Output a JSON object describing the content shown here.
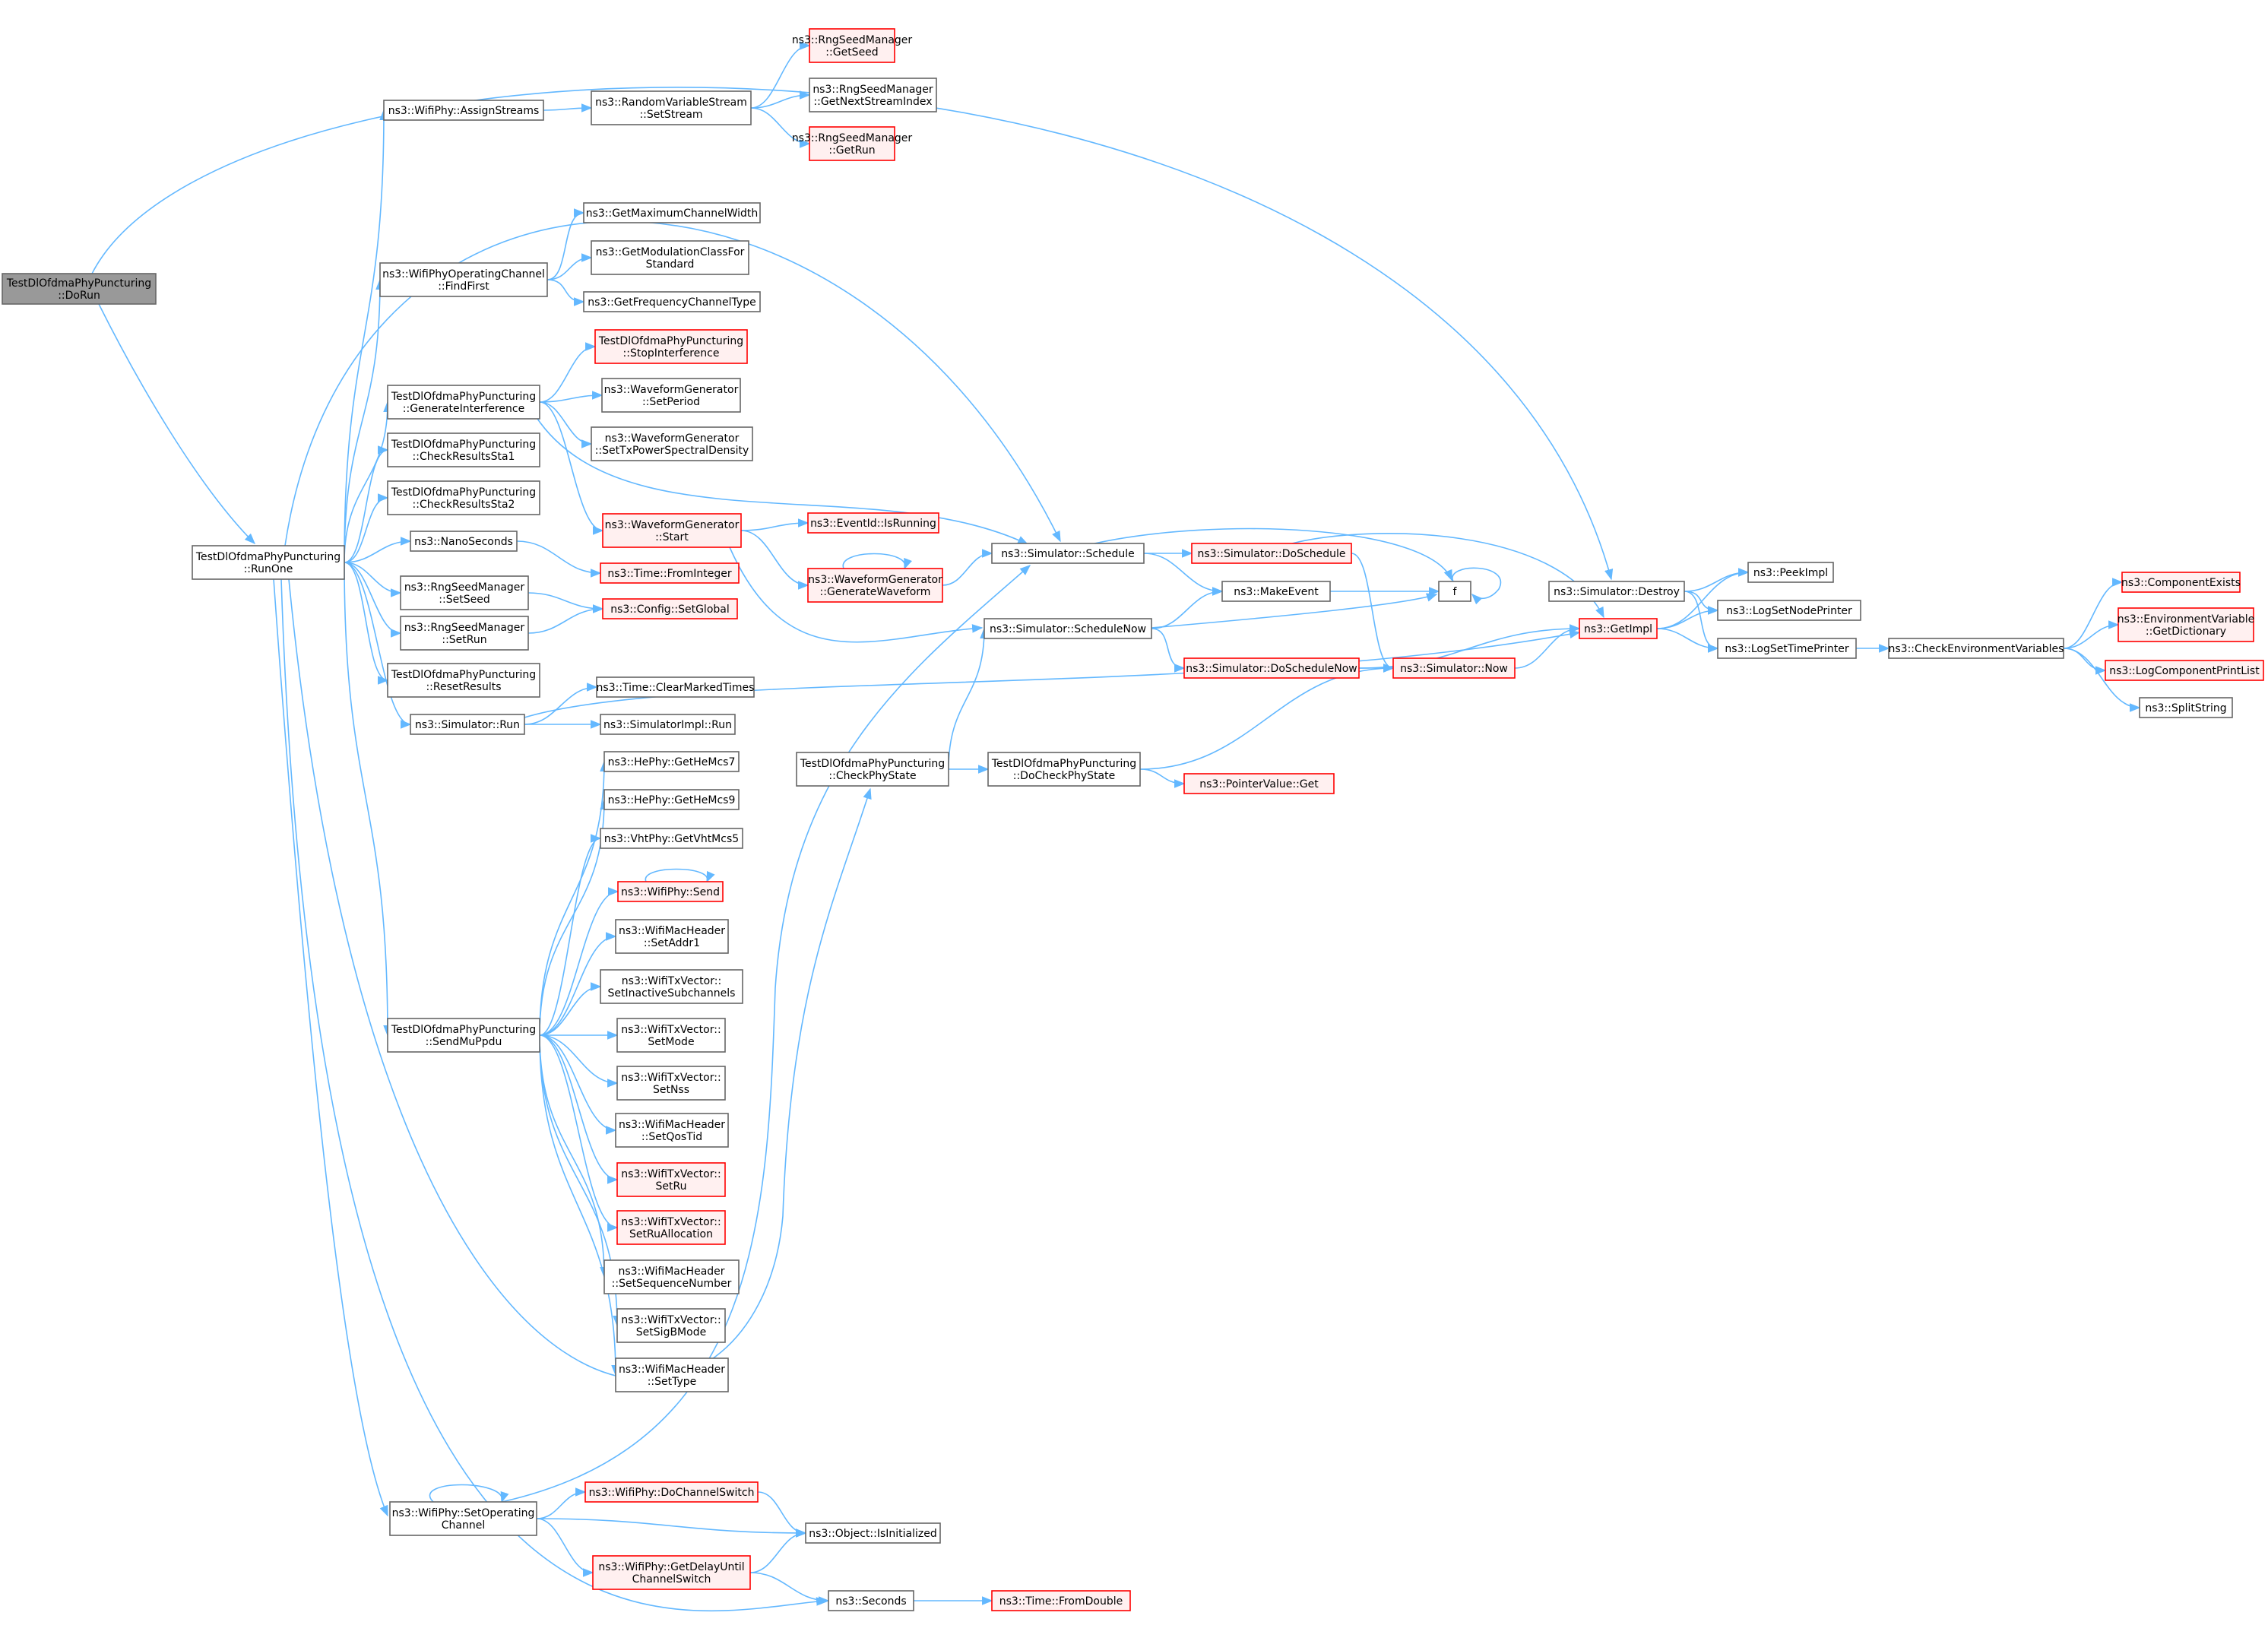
{
  "nodes": {
    "root": {
      "lines": [
        "TestDlOfdmaPhyPuncturing",
        "::DoRun"
      ],
      "style": "root"
    },
    "runone": {
      "lines": [
        "TestDlOfdmaPhyPuncturing",
        "::RunOne"
      ],
      "style": "plain"
    },
    "assignstreams": {
      "lines": [
        "ns3::WifiPhy::AssignStreams"
      ],
      "style": "plain"
    },
    "rvs_setstream": {
      "lines": [
        "ns3::RandomVariableStream",
        "::SetStream"
      ],
      "style": "plain"
    },
    "rsm_getseed": {
      "lines": [
        "ns3::RngSeedManager",
        "::GetSeed"
      ],
      "style": "red"
    },
    "rsm_getnext": {
      "lines": [
        "ns3::RngSeedManager",
        "::GetNextStreamIndex"
      ],
      "style": "plain"
    },
    "rsm_getrun": {
      "lines": [
        "ns3::RngSeedManager",
        "::GetRun"
      ],
      "style": "red"
    },
    "getmaxchw": {
      "lines": [
        "ns3::GetMaximumChannelWidth"
      ],
      "style": "plain"
    },
    "findfirst": {
      "lines": [
        "ns3::WifiPhyOperatingChannel",
        "::FindFirst"
      ],
      "style": "plain"
    },
    "getmodclass": {
      "lines": [
        "ns3::GetModulationClassFor",
        "Standard"
      ],
      "style": "plain"
    },
    "getfreqchtype": {
      "lines": [
        "ns3::GetFrequencyChannelType"
      ],
      "style": "plain"
    },
    "stopinterf": {
      "lines": [
        "TestDlOfdmaPhyPuncturing",
        "::StopInterference"
      ],
      "style": "red"
    },
    "geninterf": {
      "lines": [
        "TestDlOfdmaPhyPuncturing",
        "::GenerateInterference"
      ],
      "style": "plain"
    },
    "wg_setperiod": {
      "lines": [
        "ns3::WaveformGenerator",
        "::SetPeriod"
      ],
      "style": "plain"
    },
    "wg_settxpsd": {
      "lines": [
        "ns3::WaveformGenerator",
        "::SetTxPowerSpectralDensity"
      ],
      "style": "plain"
    },
    "checksta1": {
      "lines": [
        "TestDlOfdmaPhyPuncturing",
        "::CheckResultsSta1"
      ],
      "style": "plain"
    },
    "checksta2": {
      "lines": [
        "TestDlOfdmaPhyPuncturing",
        "::CheckResultsSta2"
      ],
      "style": "plain"
    },
    "wg_start": {
      "lines": [
        "ns3::WaveformGenerator",
        "::Start"
      ],
      "style": "red"
    },
    "eventid_isrunning": {
      "lines": [
        "ns3::EventId::IsRunning"
      ],
      "style": "red"
    },
    "nanoseconds": {
      "lines": [
        "ns3::NanoSeconds"
      ],
      "style": "plain"
    },
    "wg_genwave": {
      "lines": [
        "ns3::WaveformGenerator",
        "::GenerateWaveform"
      ],
      "style": "red"
    },
    "sim_schedule": {
      "lines": [
        "ns3::Simulator::Schedule"
      ],
      "style": "plain"
    },
    "sim_doschedule": {
      "lines": [
        "ns3::Simulator::DoSchedule"
      ],
      "style": "red"
    },
    "time_fromint": {
      "lines": [
        "ns3::Time::FromInteger"
      ],
      "style": "red"
    },
    "rsm_setseed": {
      "lines": [
        "ns3::RngSeedManager",
        "::SetSeed"
      ],
      "style": "plain"
    },
    "makeevent": {
      "lines": [
        "ns3::MakeEvent"
      ],
      "style": "plain"
    },
    "f": {
      "lines": [
        "f"
      ],
      "style": "plain"
    },
    "sim_destroy": {
      "lines": [
        "ns3::Simulator::Destroy"
      ],
      "style": "plain"
    },
    "peekimpl": {
      "lines": [
        "ns3::PeekImpl"
      ],
      "style": "plain"
    },
    "config_setglobal": {
      "lines": [
        "ns3::Config::SetGlobal"
      ],
      "style": "red"
    },
    "rsm_setrun": {
      "lines": [
        "ns3::RngSeedManager",
        "::SetRun"
      ],
      "style": "plain"
    },
    "sim_schedulenow": {
      "lines": [
        "ns3::Simulator::ScheduleNow"
      ],
      "style": "plain"
    },
    "getimpl": {
      "lines": [
        "ns3::GetImpl"
      ],
      "style": "red"
    },
    "logsetnodeprinter": {
      "lines": [
        "ns3::LogSetNodePrinter"
      ],
      "style": "plain"
    },
    "logsettimeprinter": {
      "lines": [
        "ns3::LogSetTimePrinter"
      ],
      "style": "plain"
    },
    "checkenvvars": {
      "lines": [
        "ns3::CheckEnvironmentVariables"
      ],
      "style": "plain"
    },
    "componentexists": {
      "lines": [
        "ns3::ComponentExists"
      ],
      "style": "red"
    },
    "envvar_getdict": {
      "lines": [
        "ns3::EnvironmentVariable",
        "::GetDictionary"
      ],
      "style": "red"
    },
    "logcompprintlist": {
      "lines": [
        "ns3::LogComponentPrintList"
      ],
      "style": "red"
    },
    "splitstring": {
      "lines": [
        "ns3::SplitString"
      ],
      "style": "plain"
    },
    "sim_doschedulenow": {
      "lines": [
        "ns3::Simulator::DoScheduleNow"
      ],
      "style": "red"
    },
    "sim_now": {
      "lines": [
        "ns3::Simulator::Now"
      ],
      "style": "red"
    },
    "resetresults": {
      "lines": [
        "TestDlOfdmaPhyPuncturing",
        "::ResetResults"
      ],
      "style": "plain"
    },
    "time_clearmarked": {
      "lines": [
        "ns3::Time::ClearMarkedTimes"
      ],
      "style": "plain"
    },
    "sim_run": {
      "lines": [
        "ns3::Simulator::Run"
      ],
      "style": "plain"
    },
    "simimpl_run": {
      "lines": [
        "ns3::SimulatorImpl::Run"
      ],
      "style": "plain"
    },
    "checkphystate": {
      "lines": [
        "TestDlOfdmaPhyPuncturing",
        "::CheckPhyState"
      ],
      "style": "plain"
    },
    "docheckphystate": {
      "lines": [
        "TestDlOfdmaPhyPuncturing",
        "::DoCheckPhyState"
      ],
      "style": "plain"
    },
    "pointervalue_get": {
      "lines": [
        "ns3::PointerValue::Get"
      ],
      "style": "red"
    },
    "hephy_mcs7": {
      "lines": [
        "ns3::HePhy::GetHeMcs7"
      ],
      "style": "plain"
    },
    "hephy_mcs9": {
      "lines": [
        "ns3::HePhy::GetHeMcs9"
      ],
      "style": "plain"
    },
    "vhtphy_mcs5": {
      "lines": [
        "ns3::VhtPhy::GetVhtMcs5"
      ],
      "style": "plain"
    },
    "wifiphy_send": {
      "lines": [
        "ns3::WifiPhy::Send"
      ],
      "style": "red"
    },
    "wmh_setaddr1": {
      "lines": [
        "ns3::WifiMacHeader",
        "::SetAddr1"
      ],
      "style": "plain"
    },
    "txv_setinactive": {
      "lines": [
        "ns3::WifiTxVector::",
        "SetInactiveSubchannels"
      ],
      "style": "plain"
    },
    "sendmuppdu": {
      "lines": [
        "TestDlOfdmaPhyPuncturing",
        "::SendMuPpdu"
      ],
      "style": "plain"
    },
    "txv_setmode": {
      "lines": [
        "ns3::WifiTxVector::",
        "SetMode"
      ],
      "style": "plain"
    },
    "txv_setnss": {
      "lines": [
        "ns3::WifiTxVector::",
        "SetNss"
      ],
      "style": "plain"
    },
    "wmh_setqostid": {
      "lines": [
        "ns3::WifiMacHeader",
        "::SetQosTid"
      ],
      "style": "plain"
    },
    "txv_setru": {
      "lines": [
        "ns3::WifiTxVector::",
        "SetRu"
      ],
      "style": "red"
    },
    "txv_setrualloc": {
      "lines": [
        "ns3::WifiTxVector::",
        "SetRuAllocation"
      ],
      "style": "red"
    },
    "wmh_setseqnum": {
      "lines": [
        "ns3::WifiMacHeader",
        "::SetSequenceNumber"
      ],
      "style": "plain"
    },
    "txv_setsigb": {
      "lines": [
        "ns3::WifiTxVector::",
        "SetSigBMode"
      ],
      "style": "plain"
    },
    "wmh_settype": {
      "lines": [
        "ns3::WifiMacHeader",
        "::SetType"
      ],
      "style": "plain"
    },
    "docchswitch": {
      "lines": [
        "ns3::WifiPhy::DoChannelSwitch"
      ],
      "style": "red"
    },
    "setopchannel": {
      "lines": [
        "ns3::WifiPhy::SetOperating",
        "Channel"
      ],
      "style": "plain"
    },
    "obj_isinit": {
      "lines": [
        "ns3::Object::IsInitialized"
      ],
      "style": "plain"
    },
    "getdelayuntil": {
      "lines": [
        "ns3::WifiPhy::GetDelayUntil",
        "ChannelSwitch"
      ],
      "style": "red"
    },
    "seconds": {
      "lines": [
        "ns3::Seconds"
      ],
      "style": "plain"
    },
    "time_fromdouble": {
      "lines": [
        "ns3::Time::FromDouble"
      ],
      "style": "red"
    }
  },
  "edges": [
    [
      "root",
      "runone"
    ],
    [
      "root",
      "sim_destroy"
    ],
    [
      "runone",
      "assignstreams"
    ],
    [
      "runone",
      "findfirst"
    ],
    [
      "runone",
      "geninterf"
    ],
    [
      "runone",
      "checksta1"
    ],
    [
      "runone",
      "checksta2"
    ],
    [
      "runone",
      "nanoseconds"
    ],
    [
      "runone",
      "rsm_setseed"
    ],
    [
      "runone",
      "rsm_setrun"
    ],
    [
      "runone",
      "resetresults"
    ],
    [
      "runone",
      "sim_run"
    ],
    [
      "runone",
      "sendmuppdu"
    ],
    [
      "runone",
      "setopchannel"
    ],
    [
      "runone",
      "seconds"
    ],
    [
      "runone",
      "sim_schedule"
    ],
    [
      "runone",
      "checkphystate"
    ],
    [
      "assignstreams",
      "rvs_setstream"
    ],
    [
      "rvs_setstream",
      "rsm_getseed"
    ],
    [
      "rvs_setstream",
      "rsm_getnext"
    ],
    [
      "rvs_setstream",
      "rsm_getrun"
    ],
    [
      "findfirst",
      "getmaxchw"
    ],
    [
      "findfirst",
      "getmodclass"
    ],
    [
      "findfirst",
      "getfreqchtype"
    ],
    [
      "geninterf",
      "stopinterf"
    ],
    [
      "geninterf",
      "wg_setperiod"
    ],
    [
      "geninterf",
      "wg_settxpsd"
    ],
    [
      "geninterf",
      "wg_start"
    ],
    [
      "geninterf",
      "sim_schedule"
    ],
    [
      "wg_start",
      "eventid_isrunning"
    ],
    [
      "wg_start",
      "wg_genwave"
    ],
    [
      "wg_start",
      "sim_schedulenow"
    ],
    [
      "wg_genwave",
      "wg_genwave"
    ],
    [
      "wg_genwave",
      "sim_schedule"
    ],
    [
      "nanoseconds",
      "time_fromint"
    ],
    [
      "rsm_setseed",
      "config_setglobal"
    ],
    [
      "rsm_setrun",
      "config_setglobal"
    ],
    [
      "sim_schedule",
      "sim_doschedule"
    ],
    [
      "sim_schedule",
      "makeevent"
    ],
    [
      "sim_schedule",
      "f"
    ],
    [
      "sim_doschedule",
      "getimpl"
    ],
    [
      "sim_doschedule",
      "sim_now"
    ],
    [
      "makeevent",
      "f"
    ],
    [
      "f",
      "f"
    ],
    [
      "sim_schedulenow",
      "makeevent"
    ],
    [
      "sim_schedulenow",
      "f"
    ],
    [
      "sim_schedulenow",
      "sim_doschedulenow"
    ],
    [
      "sim_doschedulenow",
      "getimpl"
    ],
    [
      "sim_doschedulenow",
      "sim_now"
    ],
    [
      "sim_now",
      "getimpl"
    ],
    [
      "sim_destroy",
      "peekimpl"
    ],
    [
      "sim_destroy",
      "logsetnodeprinter"
    ],
    [
      "sim_destroy",
      "logsettimeprinter"
    ],
    [
      "getimpl",
      "peekimpl"
    ],
    [
      "getimpl",
      "logsetnodeprinter"
    ],
    [
      "getimpl",
      "logsettimeprinter"
    ],
    [
      "logsettimeprinter",
      "checkenvvars"
    ],
    [
      "checkenvvars",
      "componentexists"
    ],
    [
      "checkenvvars",
      "envvar_getdict"
    ],
    [
      "checkenvvars",
      "logcompprintlist"
    ],
    [
      "checkenvvars",
      "splitstring"
    ],
    [
      "sim_run",
      "time_clearmarked"
    ],
    [
      "sim_run",
      "simimpl_run"
    ],
    [
      "sim_run",
      "getimpl"
    ],
    [
      "checkphystate",
      "sim_schedulenow"
    ],
    [
      "checkphystate",
      "docheckphystate"
    ],
    [
      "docheckphystate",
      "sim_now"
    ],
    [
      "docheckphystate",
      "pointervalue_get"
    ],
    [
      "sendmuppdu",
      "hephy_mcs7"
    ],
    [
      "sendmuppdu",
      "hephy_mcs9"
    ],
    [
      "sendmuppdu",
      "vhtphy_mcs5"
    ],
    [
      "sendmuppdu",
      "wifiphy_send"
    ],
    [
      "sendmuppdu",
      "wmh_setaddr1"
    ],
    [
      "sendmuppdu",
      "txv_setinactive"
    ],
    [
      "sendmuppdu",
      "txv_setmode"
    ],
    [
      "sendmuppdu",
      "txv_setnss"
    ],
    [
      "sendmuppdu",
      "wmh_setqostid"
    ],
    [
      "sendmuppdu",
      "txv_setru"
    ],
    [
      "sendmuppdu",
      "txv_setrualloc"
    ],
    [
      "sendmuppdu",
      "wmh_setseqnum"
    ],
    [
      "sendmuppdu",
      "txv_setsigb"
    ],
    [
      "sendmuppdu",
      "wmh_settype"
    ],
    [
      "wifiphy_send",
      "wifiphy_send"
    ],
    [
      "setopchannel",
      "setopchannel"
    ],
    [
      "setopchannel",
      "docchswitch"
    ],
    [
      "setopchannel",
      "obj_isinit"
    ],
    [
      "setopchannel",
      "getdelayuntil"
    ],
    [
      "setopchannel",
      "sim_schedule"
    ],
    [
      "docchswitch",
      "obj_isinit"
    ],
    [
      "getdelayuntil",
      "obj_isinit"
    ],
    [
      "getdelayuntil",
      "seconds"
    ],
    [
      "seconds",
      "time_fromdouble"
    ]
  ],
  "colors": {
    "edge": "#63b8ff",
    "node_border": "#666666",
    "red_border": "#ff0000",
    "red_fill": "#fff0f0",
    "root_fill": "#999999"
  }
}
